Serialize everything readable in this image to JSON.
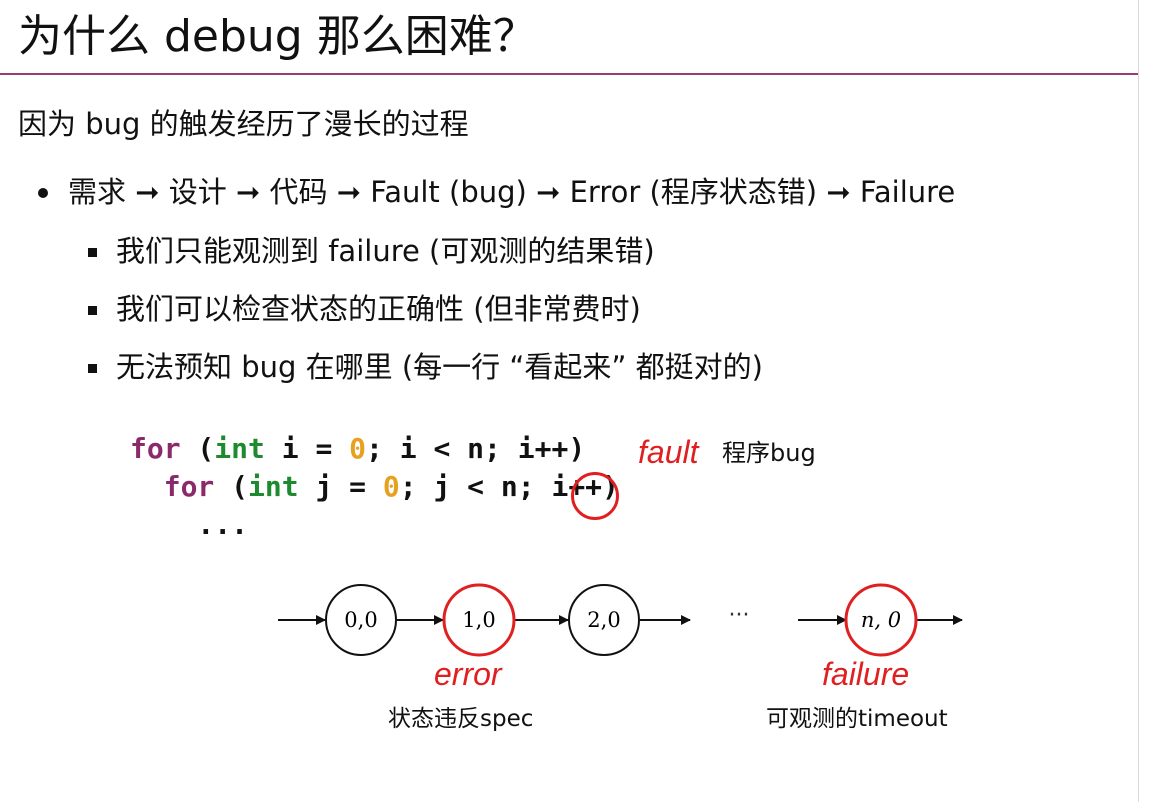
{
  "title": "为什么 debug 那么困难？",
  "subtitle": "因为 bug 的触发经历了漫长的过程",
  "bullet_main": "需求 ➞ 设计 ➞ 代码 ➞ Fault (bug) ➞ Error (程序状态错) ➞ Failure",
  "sub_bullets": [
    "我们只能观测到 failure (可观测的结果错)",
    "我们可以检查状态的正确性 (但非常费时)",
    "无法预知 bug 在哪里 (每一行 “看起来” 都挺对的)"
  ],
  "code": {
    "line1": {
      "kw": "for",
      "p1": " (",
      "ty": "int",
      "p2": " i = ",
      "num": "0",
      "p3": "; i < n; i++)"
    },
    "line2": {
      "indent": "  ",
      "kw": "for",
      "p1": " (",
      "ty": "int",
      "p2": " j = ",
      "num": "0",
      "p3": "; j < n; i++)"
    },
    "line3": "    ..."
  },
  "fault_label": "fault",
  "fault_note": "程序bug",
  "states": [
    "0,0",
    "1,0",
    "2,0",
    "n, 0"
  ],
  "ellipsis": "···",
  "error_label": "error",
  "error_note": "状态违反spec",
  "failure_label": "failure",
  "failure_note": "可观测的timeout",
  "colors": {
    "accent_rule": "#9b3b70",
    "highlight_red": "#e02020",
    "keyword": "#8b2a6a",
    "type": "#1e8a2e",
    "number": "#e8a020"
  }
}
